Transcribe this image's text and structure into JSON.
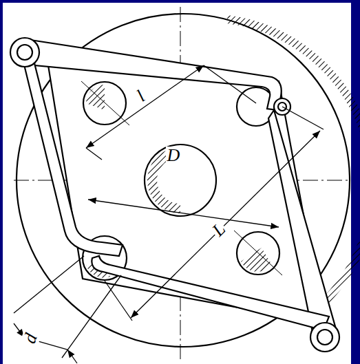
{
  "diagram": {
    "labels": [
      "l",
      "D",
      "L",
      "d"
    ]
  }
}
